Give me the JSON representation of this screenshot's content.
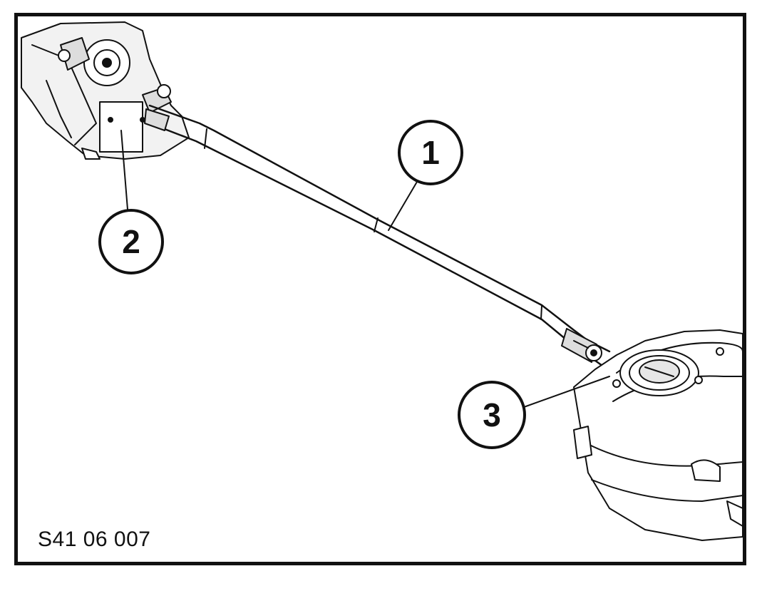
{
  "callouts": [
    {
      "id": "1",
      "label": "1"
    },
    {
      "id": "2",
      "label": "2"
    },
    {
      "id": "3",
      "label": "3"
    }
  ],
  "figure_code": "S41 06 007",
  "colors": {
    "line": "#111111",
    "background": "#ffffff",
    "shade": "#e6e6e6"
  }
}
